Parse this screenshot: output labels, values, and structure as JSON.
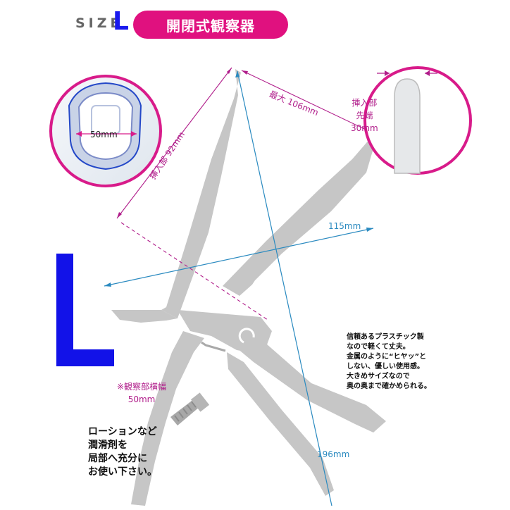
{
  "header": {
    "size_word": "SIZE",
    "size_letter": "L",
    "title": "開閉式観察器"
  },
  "big_letter": "L",
  "dimensions": {
    "insert_length": "挿入部 92mm",
    "max_length": "最大 106mm",
    "width_115": "115mm",
    "length_196": "196mm",
    "inset_width": "50mm"
  },
  "tip_label": {
    "line1": "挿入部",
    "line2": "先端",
    "line3": "30mm"
  },
  "observation_note": {
    "line1": "※観察部横幅",
    "line2": "50mm"
  },
  "feature_note": [
    "信頼あるプラスチック製",
    "なので軽くて丈夫。",
    "金属のように“ヒヤッ”と",
    "しない、優しい使用感。",
    "大きめサイズなので",
    "奥の奥まで確かめられる。"
  ],
  "usage_note": [
    "ローションなど",
    "潤滑剤を",
    "局部へ充分に",
    "お使い下さい。"
  ],
  "colors": {
    "accent_magenta": "#e0117f",
    "size_blue": "#1212e8",
    "device_gray": "#c6c6c6",
    "dimension_magenta": "#b01c8a",
    "dimension_blue": "#2a8ac0"
  }
}
